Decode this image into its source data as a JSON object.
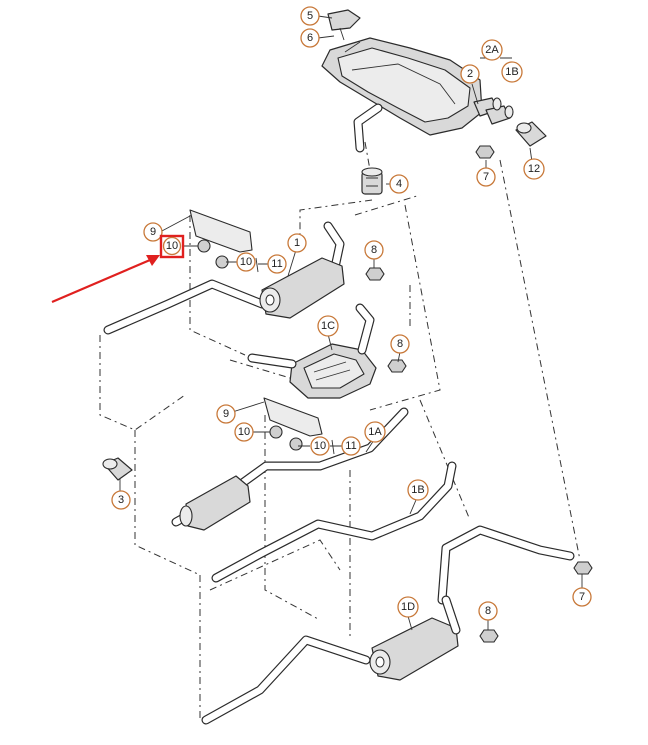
{
  "callouts": {
    "c5": "5",
    "c6": "6",
    "c2a": "2A",
    "c1b_top": "1B",
    "c2": "2",
    "c4": "4",
    "c7_top": "7",
    "c12": "12",
    "c9_top": "9",
    "c10_highlight": "10",
    "c1": "1",
    "c10_mid": "10",
    "c11_top": "11",
    "c8_top": "8",
    "c1c": "1C",
    "c8_mid": "8",
    "c9_lower": "9",
    "c10_lower_a": "10",
    "c10_lower_b": "10",
    "c11_lower": "11",
    "c1a": "1A",
    "c3": "3",
    "c1b_lower": "1B",
    "c7_right": "7",
    "c1d": "1D",
    "c8_bottom": "8"
  },
  "colors": {
    "callout_outline": "#c8793a",
    "highlight_red": "#e0201f",
    "part_fill": "#d9d9d9",
    "line": "#2b2b2b"
  }
}
